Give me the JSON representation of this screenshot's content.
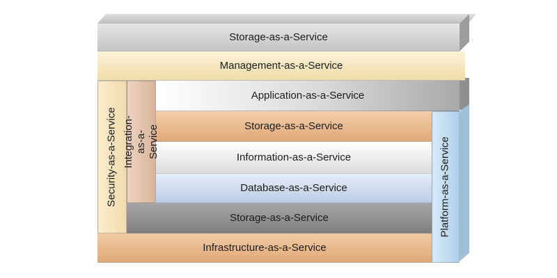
{
  "layers": {
    "storage_top": "Storage-as-a-Service",
    "management": "Management-as-a-Service",
    "application": "Application-as-a-Service",
    "storage_mid": "Storage-as-a-Service",
    "information": "Information-as-a-Service",
    "database": "Database-as-a-Service",
    "storage_low": "Storage-as-a-Service",
    "infrastructure": "Infrastructure-as-a-Service"
  },
  "pillars": {
    "security": "Security-as-a-Service",
    "integration": "Integration-as-a-Service",
    "platform": "Platform-as-a-Service"
  },
  "colors": {
    "storage_top": "#cfcfd1",
    "management": "#f6e7bf",
    "application": "#bfbfc2",
    "storage_mid": "#eab98f",
    "information": "#ececec",
    "database": "#cfdcef",
    "storage_low": "#8d8d8f",
    "infrastructure": "#e9b98f",
    "security": "#f6e4be",
    "integration": "#e3c4ae",
    "platform": "#c3def1"
  }
}
